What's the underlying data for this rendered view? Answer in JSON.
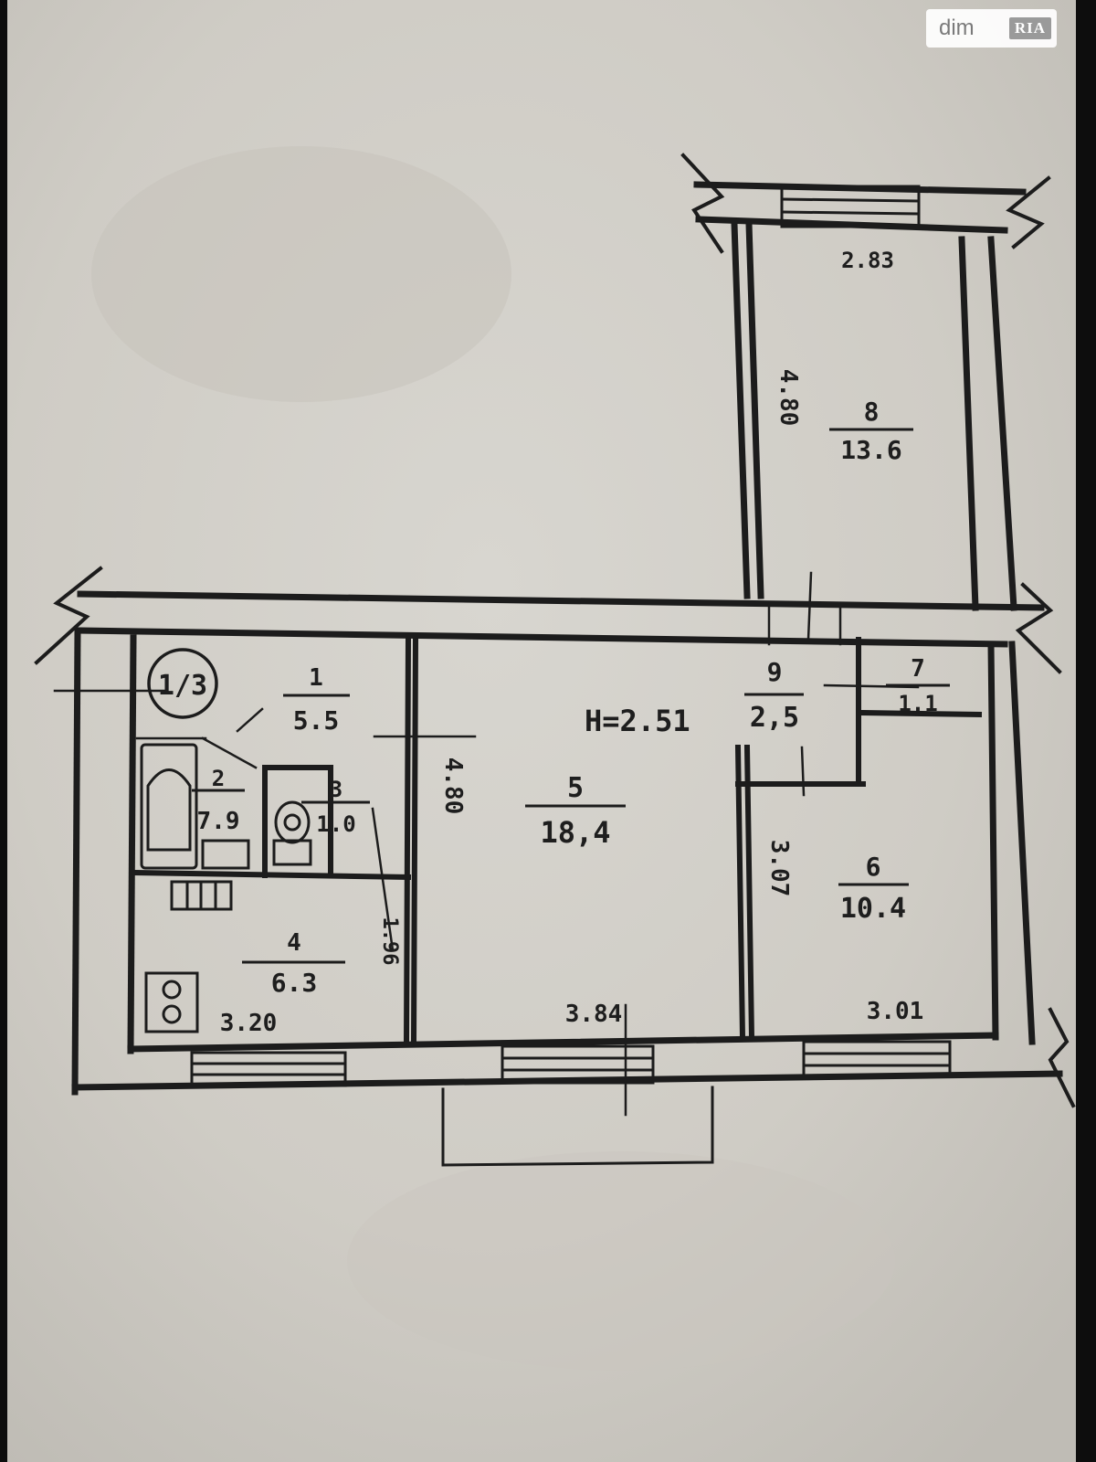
{
  "watermark": {
    "brand": "dim",
    "badge": "RIA"
  },
  "plan": {
    "circle_label": "1/3",
    "ceiling": "H=2.51",
    "rooms": [
      {
        "num": "1",
        "area": "5.5"
      },
      {
        "num": "2",
        "area": "7.9"
      },
      {
        "num": "3",
        "area": "1.0"
      },
      {
        "num": "4",
        "area": "6.3"
      },
      {
        "num": "5",
        "area": "18,4"
      },
      {
        "num": "6",
        "area": "10.4"
      },
      {
        "num": "7",
        "area": "1.1"
      },
      {
        "num": "8",
        "area": "13.6"
      },
      {
        "num": "9",
        "area": "2,5"
      }
    ],
    "dimensions": {
      "room8_width": "2.83",
      "room8_length": "4.80",
      "room5_depth": "4.80",
      "room6_depth": "3.07",
      "kitchen_depth": "1.96",
      "kitchen_width": "3.20",
      "room5_width": "3.84",
      "room6_width": "3.01"
    }
  }
}
